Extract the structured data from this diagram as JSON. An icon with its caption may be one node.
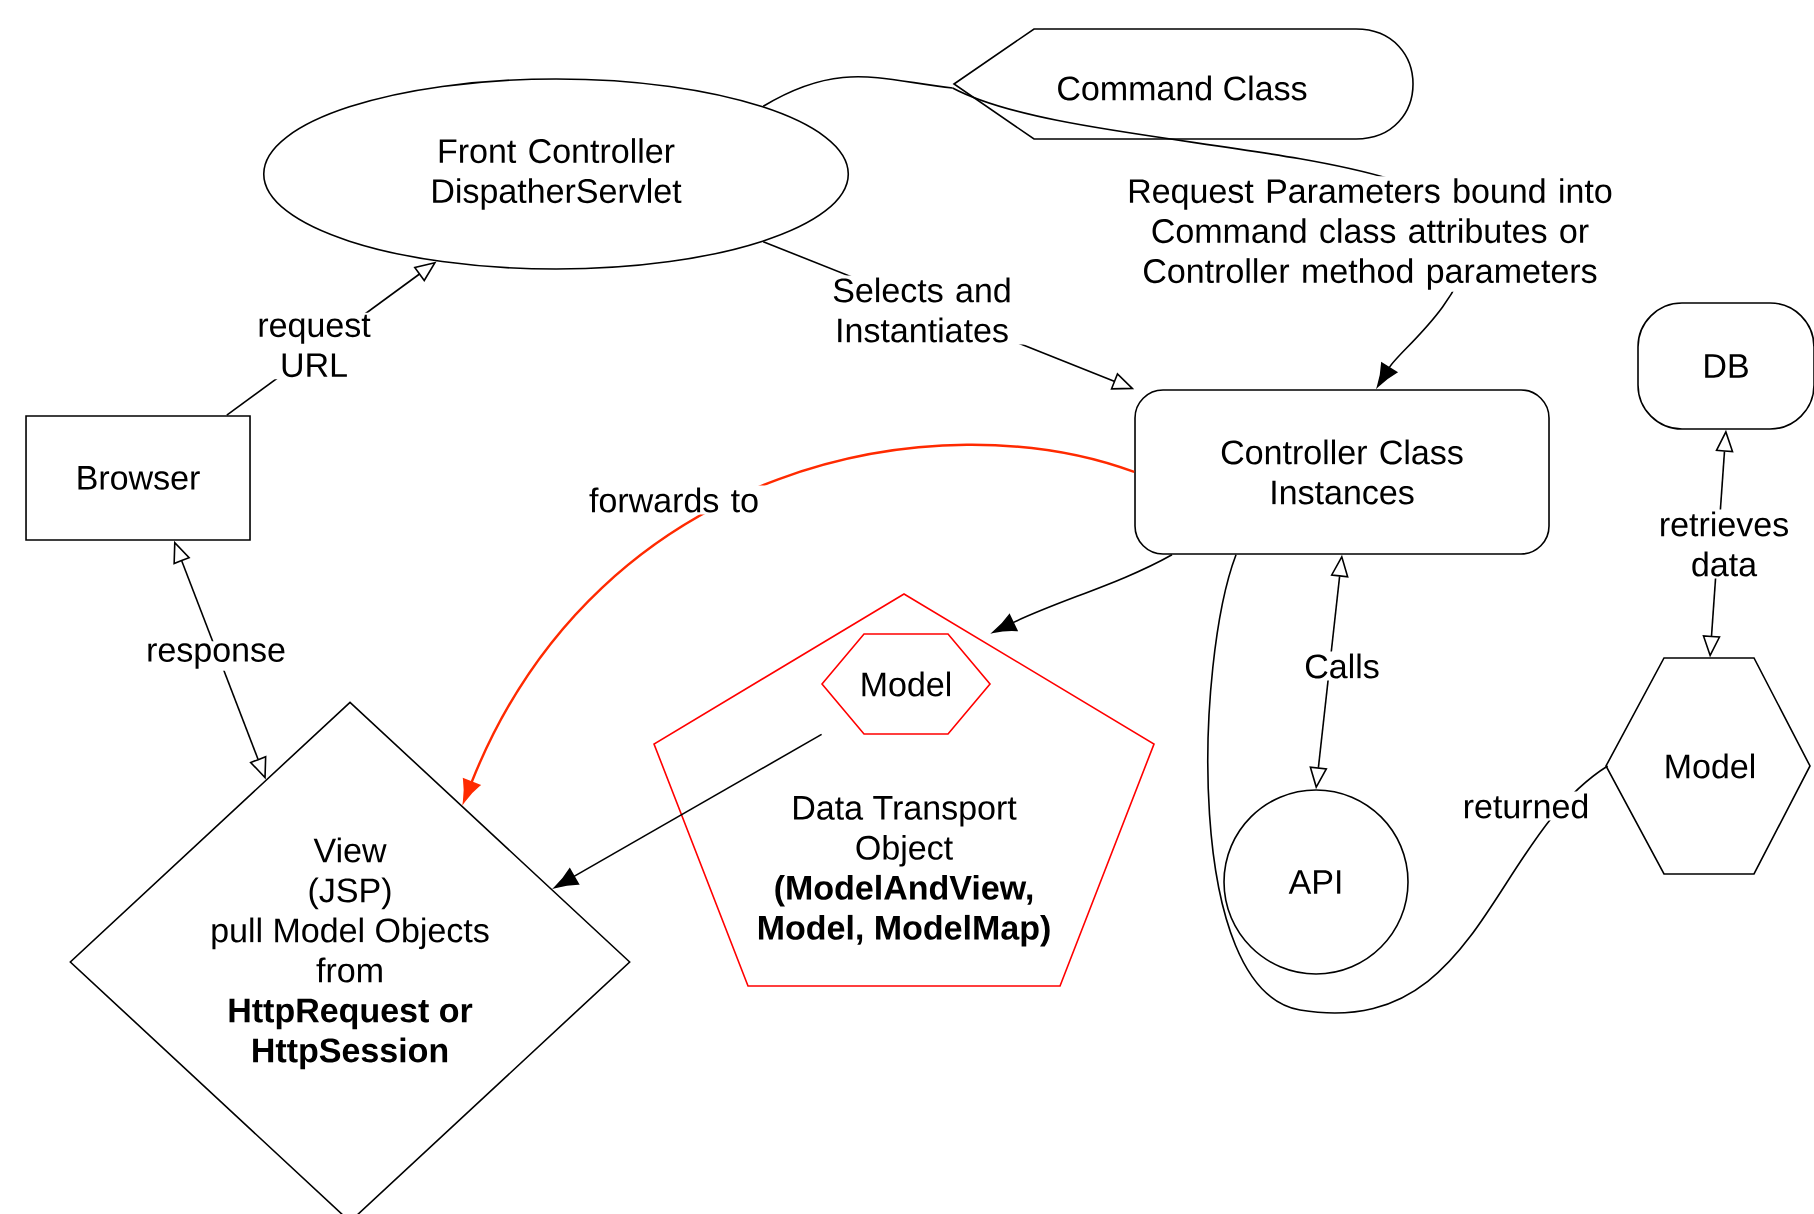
{
  "diagram": {
    "nodes": [
      {
        "text": [
          "Front Controller DispatherServlet"
        ]
      },
      {
        "text": [
          "Command Class"
        ]
      },
      {
        "text": [
          "Browser"
        ]
      },
      {
        "text": [
          "Controller Class Instances"
        ]
      },
      {
        "text": [
          "DB"
        ]
      },
      {
        "text": [
          "View (JSP)",
          "pull Model Objects from",
          "HttpRequest or HttpSession"
        ]
      },
      {
        "text": [
          "Data Transport Object",
          "(ModelAndView, Model, ModelMap)"
        ]
      },
      {
        "text": [
          "Model"
        ],
        "in": 6
      },
      {
        "text": [
          "API"
        ]
      },
      {
        "text": [
          "Model"
        ]
      }
    ],
    "edges": [
      {
        "from": 2,
        "to": 0,
        "arrow": "to",
        "label": "request URL"
      },
      {
        "from": 0,
        "to": 1,
        "arrow": "none"
      },
      {
        "from": 1,
        "to": 3,
        "arrow": "to",
        "label": "Request Parameters bound into Command class attributes or Controller method parameters"
      },
      {
        "from": 0,
        "to": 3,
        "arrow": "to",
        "label": "Selects and Instantiates"
      },
      {
        "from": 3,
        "to": 5,
        "arrow": "to",
        "label": "forwards to",
        "color": "#ff2a00"
      },
      {
        "from": 3,
        "to": 7,
        "arrow": "to"
      },
      {
        "from": 7,
        "to": 5,
        "arrow": "to"
      },
      {
        "from": 3,
        "to": 8,
        "arrow": "both",
        "label": "Calls"
      },
      {
        "from": 4,
        "to": 9,
        "arrow": "both",
        "label": "retrieves data"
      },
      {
        "from": 9,
        "to": 3,
        "arrow": "none",
        "label": "returned"
      },
      {
        "from": 5,
        "to": 2,
        "arrow": "both",
        "label": "response"
      }
    ]
  }
}
